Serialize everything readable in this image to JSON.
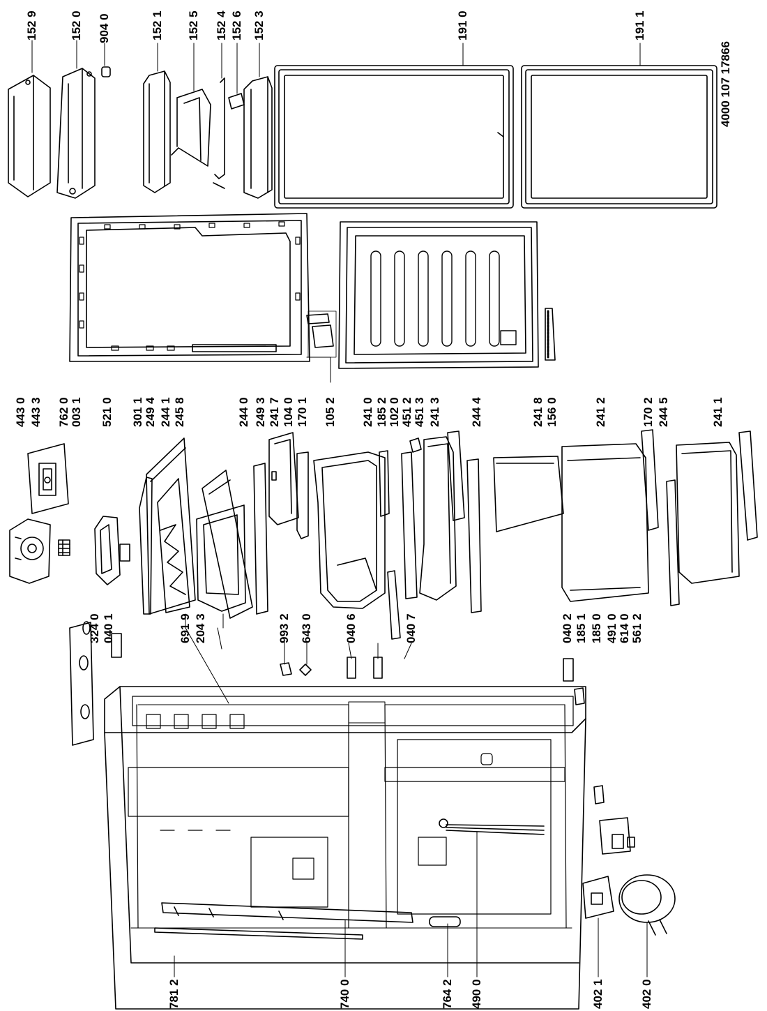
{
  "document_code": "4000 107 17866",
  "part_labels": [
    "152 9",
    "152 0",
    "904 0",
    "152 1",
    "152 5",
    "152 4",
    "152 6",
    "152 3",
    "191 0",
    "191 1",
    "443 0",
    "443 3",
    "762 0",
    "003 1",
    "521 0",
    "301 1",
    "249 4",
    "244 1",
    "245 8",
    "244 0",
    "249 3",
    "241 7",
    "104 0",
    "170 1",
    "105 2",
    "241 0",
    "185 2",
    "102 0",
    "451 2",
    "451 3",
    "241 3",
    "244 4",
    "241 8",
    "156 0",
    "241 2",
    "170 2",
    "244 5",
    "241 1",
    "324 0",
    "040 1",
    "691 9",
    "204 3",
    "993 2",
    "643 0",
    "040 6",
    "040 7",
    "040 2",
    "185 1",
    "185 0",
    "491 0",
    "614 0",
    "561 2",
    "781 2",
    "740 0",
    "764 2",
    "490 0",
    "402 1",
    "402 0"
  ]
}
